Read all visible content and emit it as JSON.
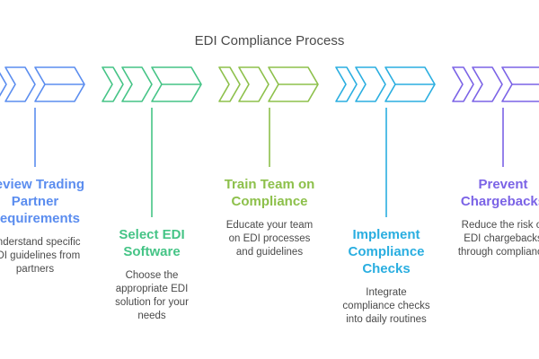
{
  "title": "EDI Compliance Process",
  "steps": [
    {
      "title": "Review Trading Partner Requirements",
      "description": "Understand specific EDI guidelines from partners",
      "color": "#5b8def",
      "icon": "chevron-arrow-icon"
    },
    {
      "title": "Select EDI Software",
      "description": "Choose the appropriate EDI solution for your needs",
      "color": "#45c486",
      "icon": "chevron-arrow-icon"
    },
    {
      "title": "Train Team on Compliance",
      "description": "Educate your team on EDI processes and guidelines",
      "color": "#8dc04b",
      "icon": "chevron-arrow-icon"
    },
    {
      "title": "Implement Compliance Checks",
      "description": "Integrate compliance checks into daily routines",
      "color": "#2aaee0",
      "icon": "chevron-arrow-icon"
    },
    {
      "title": "Prevent Chargebacks",
      "description": "Reduce the risk of EDI chargebacks through compliance",
      "color": "#7b63e6",
      "icon": "chevron-arrow-icon"
    }
  ]
}
